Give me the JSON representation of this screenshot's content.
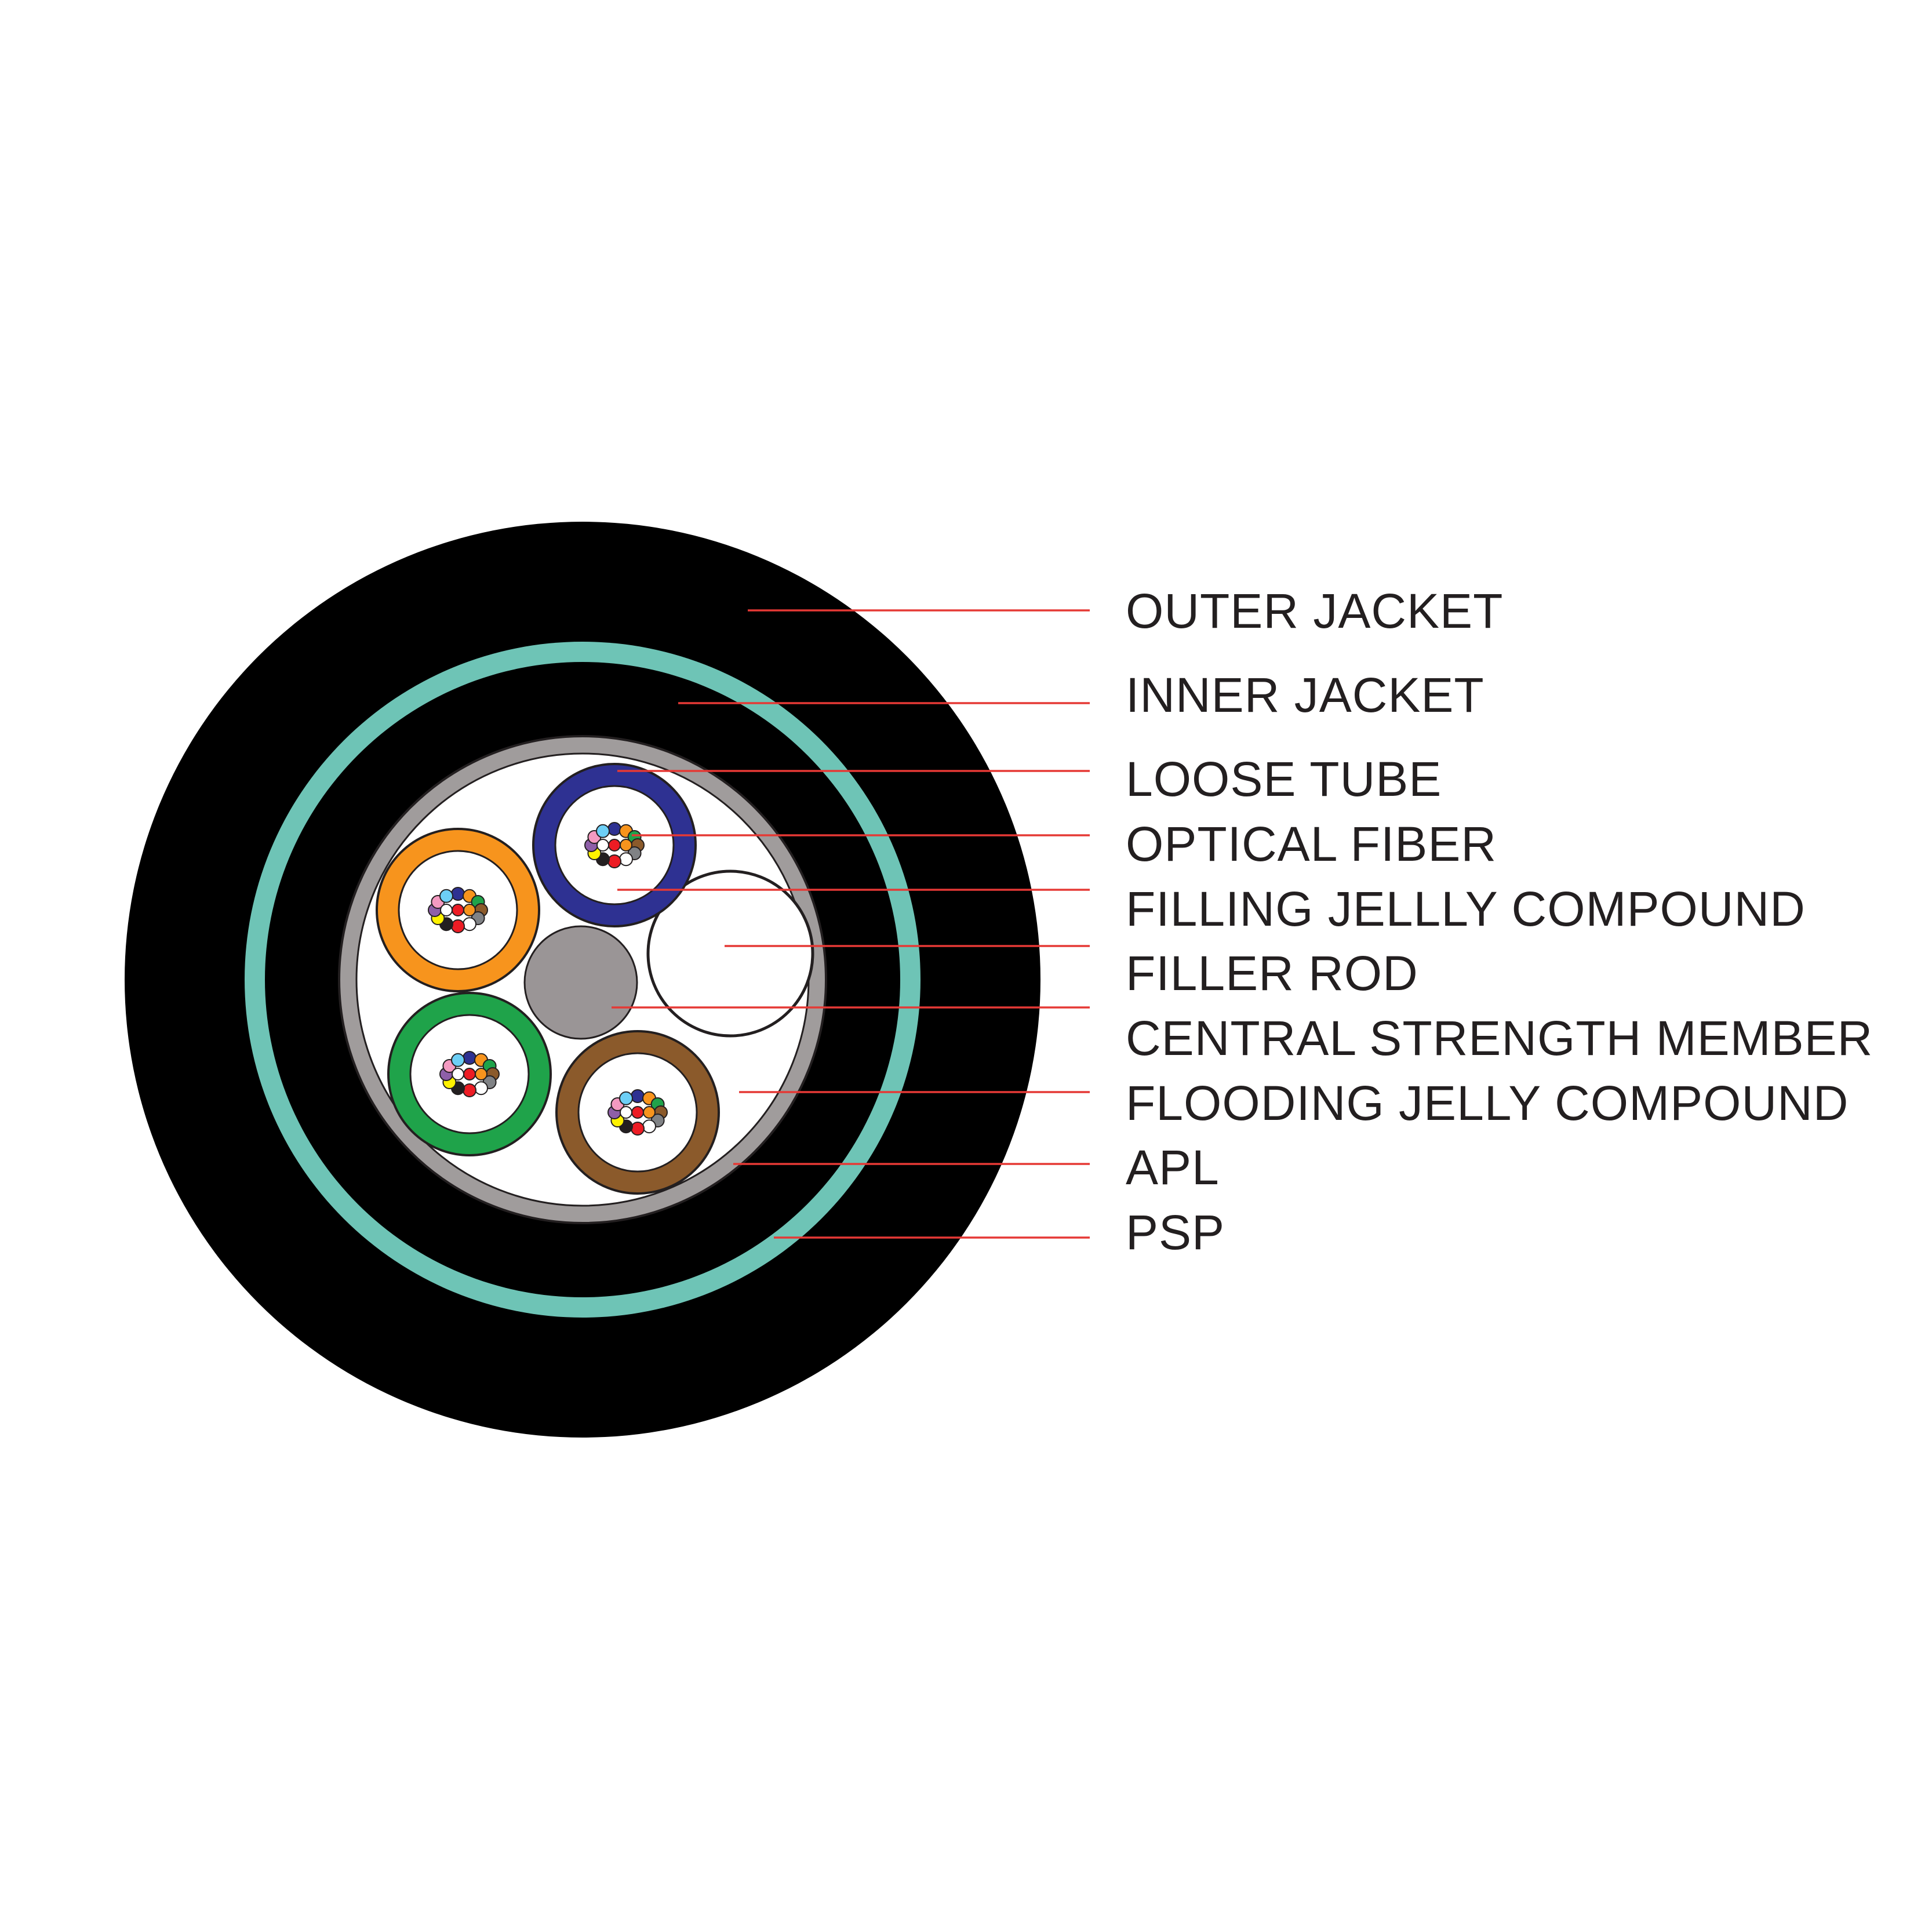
{
  "cable": {
    "outer_jacket_color": "#000000",
    "psp_color": "#6ec4b6",
    "inner_jacket_color": "#000000",
    "apl_color": "#a09c9c",
    "flooding_jelly_color": "#ffffff",
    "central_strength_member_color": "#9a9596",
    "filler_rod_color": "#ffffff",
    "loose_tubes": [
      {
        "name": "blue",
        "color": "#2e3192"
      },
      {
        "name": "orange",
        "color": "#f7941d"
      },
      {
        "name": "green",
        "color": "#1fa34a"
      },
      {
        "name": "brown",
        "color": "#8b5a2b"
      }
    ],
    "fiber_colors": [
      "#2e3192",
      "#f7941d",
      "#1fa34a",
      "#8b5a2b",
      "#808285",
      "#ffffff",
      "#ed1c24",
      "#231f20",
      "#fff200",
      "#8e5fa8",
      "#f49ac1",
      "#6dcff6"
    ],
    "leader_color": "#e53935"
  },
  "callouts": [
    {
      "id": "outer-jacket",
      "label": "OUTER JACKET"
    },
    {
      "id": "inner-jacket",
      "label": "INNER JACKET"
    },
    {
      "id": "loose-tube",
      "label": "LOOSE TUBE"
    },
    {
      "id": "optical-fiber",
      "label": "OPTICAL FIBER"
    },
    {
      "id": "filling-jelly-compound",
      "label": "FILLING JELLLY COMPOUND"
    },
    {
      "id": "filler-rod",
      "label": "FILLER ROD"
    },
    {
      "id": "central-strength-member",
      "label": "CENTRAL STRENGTH MEMBER"
    },
    {
      "id": "flooding-jelly-compound",
      "label": "FLOODING JELLY COMPOUND"
    },
    {
      "id": "apl",
      "label": "APL"
    },
    {
      "id": "psp",
      "label": "PSP"
    }
  ]
}
